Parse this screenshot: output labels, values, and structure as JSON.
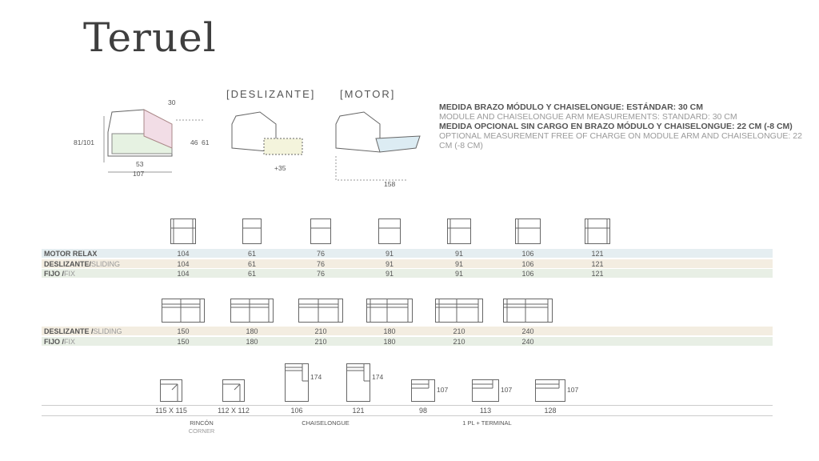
{
  "title": "Teruel",
  "diagram": {
    "dim_30": "30",
    "dim_81_101": "81/101",
    "dim_46": "46",
    "dim_61": "61",
    "dim_53": "53",
    "dim_107": "107",
    "sliding_label": "[DESLIZANTE]",
    "sliding_dim": "+35",
    "motor_label": "[MOTOR]",
    "motor_dim": "158"
  },
  "info": {
    "l1": "MEDIDA BRAZO MÓDULO Y CHAISELONGUE: ESTÁNDAR: 30 CM",
    "l2": "MODULE AND CHAISELONGUE ARM MEASUREMENTS: STANDARD: 30 CM",
    "l3": "MEDIDA OPCIONAL SIN CARGO EN BRAZO MÓDULO Y CHAISELONGUE: 22 CM (-8 CM)",
    "l4": "OPTIONAL MEASUREMENT FREE OF CHARGE ON MODULE ARM AND CHAISELONGUE: 22 CM (-8 CM)"
  },
  "table1": {
    "rows": [
      {
        "label": "MOTOR RELAX",
        "sub": "",
        "values": [
          "104",
          "61",
          "76",
          "91",
          "91",
          "106",
          "121"
        ]
      },
      {
        "label": "DESLIZANTE/",
        "sub": "SLIDING",
        "values": [
          "104",
          "61",
          "76",
          "91",
          "91",
          "106",
          "121"
        ]
      },
      {
        "label": "FIJO /",
        "sub": "FIX",
        "values": [
          "104",
          "61",
          "76",
          "91",
          "91",
          "106",
          "121"
        ]
      }
    ]
  },
  "table2": {
    "rows": [
      {
        "label": "DESLIZANTE /",
        "sub": "SLIDING",
        "values": [
          "150",
          "180",
          "210",
          "180",
          "210",
          "240"
        ]
      },
      {
        "label": "FIJO /",
        "sub": "FIX",
        "values": [
          "150",
          "180",
          "210",
          "180",
          "210",
          "240"
        ]
      }
    ]
  },
  "table3": {
    "values": [
      "115 X 115",
      "112 X 112",
      "106",
      "121",
      "98",
      "113",
      "128"
    ],
    "depths": [
      "",
      "",
      "174",
      "174",
      "107",
      "107",
      "107"
    ],
    "groups": {
      "corner": "RINCÓN",
      "corner_en": "CORNER",
      "chaise": "CHAISELONGUE",
      "terminal": "1 PL + TERMINAL"
    }
  }
}
